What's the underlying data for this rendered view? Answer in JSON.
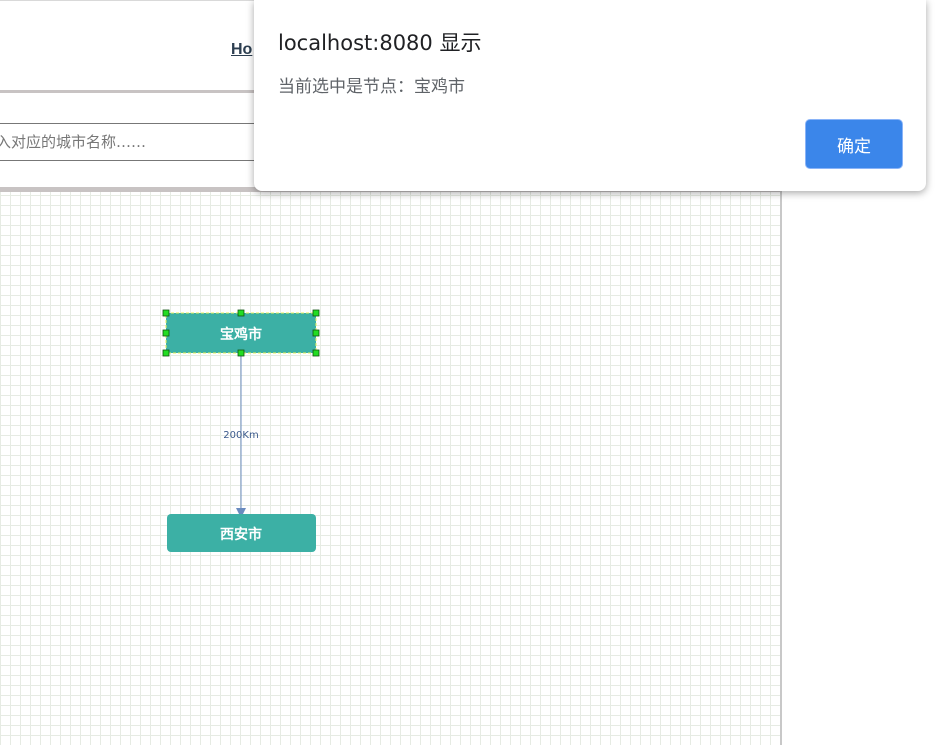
{
  "header": {
    "nav_link_label": "Ho"
  },
  "search": {
    "placeholder": "入对应的城市名称……"
  },
  "graph": {
    "nodes": [
      {
        "id": "n1",
        "label": "宝鸡市",
        "selected": true
      },
      {
        "id": "n2",
        "label": "西安市",
        "selected": false
      }
    ],
    "edges": [
      {
        "from": "n1",
        "to": "n2",
        "label": "200Km"
      }
    ]
  },
  "dialog": {
    "title": "localhost:8080 显示",
    "message": "当前选中是节点：宝鸡市",
    "ok_label": "确定"
  },
  "colors": {
    "node_fill": "#3cb0a5",
    "selection_handle": "#22dd22",
    "edge": "#6a8bbf",
    "button": "#3b86ea"
  }
}
